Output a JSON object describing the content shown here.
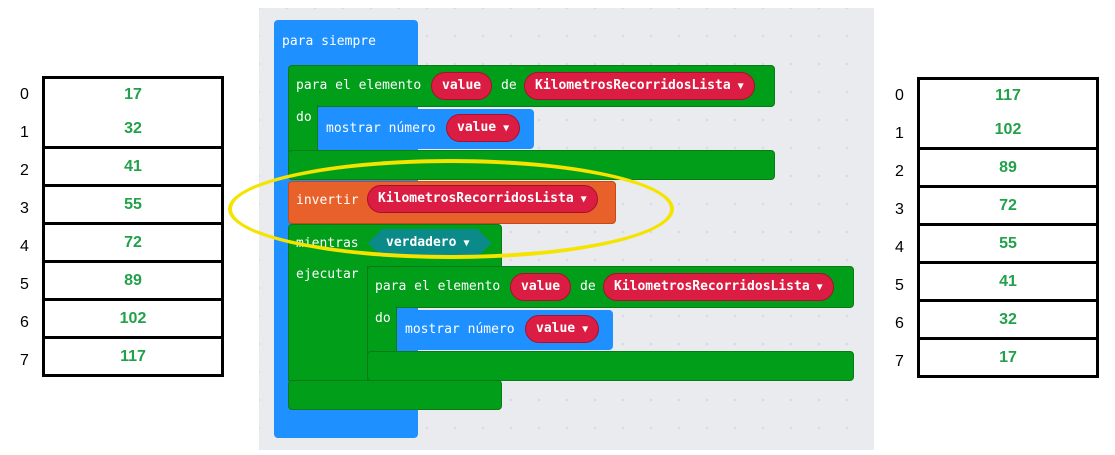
{
  "left_array": {
    "indices": [
      "0",
      "1",
      "2",
      "3",
      "4",
      "5",
      "6",
      "7"
    ],
    "values": [
      "17",
      "32",
      "41",
      "55",
      "72",
      "89",
      "102",
      "117"
    ]
  },
  "right_array": {
    "indices": [
      "0",
      "1",
      "2",
      "3",
      "4",
      "5",
      "6",
      "7"
    ],
    "values": [
      "117",
      "102",
      "89",
      "72",
      "55",
      "41",
      "32",
      "17"
    ]
  },
  "code": {
    "forever_label": "para siempre",
    "for_each_1": {
      "label": "para el elemento",
      "var": "value",
      "of_label": "de",
      "list": "KilometrosRecorridosLista",
      "do_label": "do",
      "show_label": "mostrar número",
      "show_var": "value"
    },
    "reverse": {
      "label": "invertir",
      "list": "KilometrosRecorridosLista"
    },
    "while": {
      "label": "mientras",
      "condition": "verdadero",
      "do_label": "ejecutar"
    },
    "for_each_2": {
      "label": "para el elemento",
      "var": "value",
      "of_label": "de",
      "list": "KilometrosRecorridosLista",
      "do_label": "do",
      "show_label": "mostrar número",
      "show_var": "value"
    }
  },
  "dropdown_glyph": "▼",
  "colors": {
    "loops": "#019e19",
    "basic": "#1e90ff",
    "array": "#e8602a",
    "variable": "#dc1d43",
    "logic": "#0b8a8a",
    "highlight": "#f5e300",
    "array_values": "#22a04a"
  }
}
